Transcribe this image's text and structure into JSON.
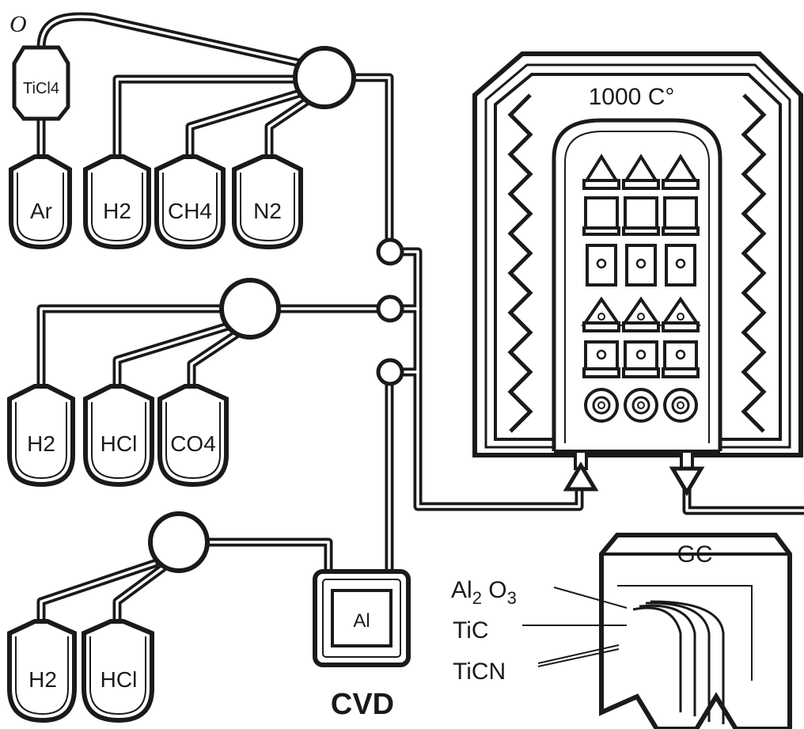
{
  "corner_letter": "O",
  "source_tank": "TiCl4",
  "bottles_top": [
    "Ar",
    "H2",
    "CH4",
    "N2"
  ],
  "bottles_mid": [
    "H2",
    "HCl",
    "CO4"
  ],
  "bottles_bottom": [
    "H2",
    "HCl"
  ],
  "generator": "Al",
  "process_label": "CVD",
  "furnace_temp": "1000 C°",
  "insert_label": "GC",
  "coating_layers": [
    "Al2O3",
    "TiC",
    "TiCN"
  ]
}
